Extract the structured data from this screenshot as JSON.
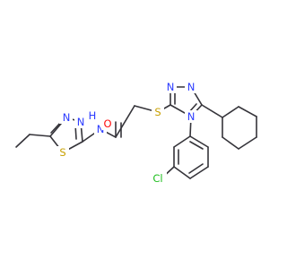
{
  "colors": {
    "bond": "#35343a",
    "nitrogen": "#2b3bff",
    "sulfur": "#c8a000",
    "oxygen": "#ff0d0d",
    "chlorine": "#1fbf1f",
    "background": "#ffffff"
  },
  "atoms": {
    "amide_nh": "N",
    "amide_h": "H",
    "carbonyl_o": "O",
    "thioether_s": "S",
    "thiadiazole_s": "S",
    "thiadiazole_n1": "N",
    "thiadiazole_n2": "N",
    "triazole_n1": "N",
    "triazole_n2": "N",
    "triazole_n4": "N",
    "chlorine": "Cl"
  }
}
